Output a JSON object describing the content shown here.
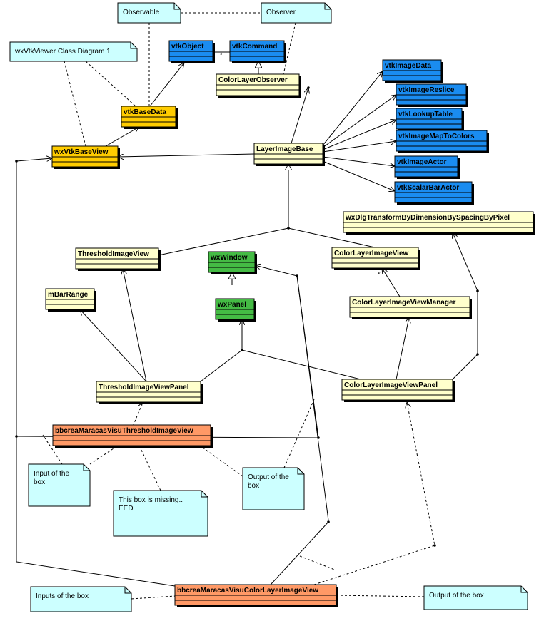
{
  "diagram": {
    "colors": {
      "vtk": "#1a8cf0",
      "base": "#ffcc00",
      "plain": "#ffffcc",
      "wx": "#44bb44",
      "bbox": "#ff9966",
      "note": "#ccffff"
    },
    "notes": [
      {
        "id": "observable",
        "lines": [
          "Observable"
        ]
      },
      {
        "id": "observer",
        "lines": [
          "Observer"
        ]
      },
      {
        "id": "diagram-title",
        "lines": [
          "wxVtkViewer Class Diagram 1"
        ]
      },
      {
        "id": "input-of-box",
        "lines": [
          "Input of the",
          "box"
        ]
      },
      {
        "id": "box-missing",
        "lines": [
          "This box is missing..",
          "EED"
        ]
      },
      {
        "id": "output-of-box",
        "lines": [
          "Output of the",
          "box"
        ]
      },
      {
        "id": "inputs-of-box",
        "lines": [
          "Inputs of the box"
        ]
      },
      {
        "id": "output-of-box-2",
        "lines": [
          "Output of the box"
        ]
      }
    ],
    "classes": [
      {
        "id": "vtkObject",
        "label": "vtkObject",
        "kind": "vtk"
      },
      {
        "id": "vtkCommand",
        "label": "vtkCommand",
        "kind": "vtk"
      },
      {
        "id": "ColorLayerObserver",
        "label": "ColorLayerObserver",
        "kind": "plain"
      },
      {
        "id": "vtkBaseData",
        "label": "vtkBaseData",
        "kind": "base"
      },
      {
        "id": "wxVtkBaseView",
        "label": "wxVtkBaseView",
        "kind": "base"
      },
      {
        "id": "LayerImageBase",
        "label": "LayerImageBase",
        "kind": "plain"
      },
      {
        "id": "vtkImageData",
        "label": "vtkImageData",
        "kind": "vtk"
      },
      {
        "id": "vtkImageReslice",
        "label": "vtkImageReslice",
        "kind": "vtk"
      },
      {
        "id": "vtkLookupTable",
        "label": "vtkLookupTable",
        "kind": "vtk"
      },
      {
        "id": "vtkImageMapToColors",
        "label": "vtkImageMapToColors",
        "kind": "vtk"
      },
      {
        "id": "vtkImageActor",
        "label": "vtkImageActor",
        "kind": "vtk"
      },
      {
        "id": "vtkScalarBarActor",
        "label": "vtkScalarBarActor",
        "kind": "vtk"
      },
      {
        "id": "wxDlgTransform",
        "label": "wxDlgTransformByDimensionBySpacingByPixel",
        "kind": "plain"
      },
      {
        "id": "ThresholdImageView",
        "label": "ThresholdImageView",
        "kind": "plain"
      },
      {
        "id": "wxWindow",
        "label": "wxWindow",
        "kind": "wx"
      },
      {
        "id": "ColorLayerImageView",
        "label": "ColorLayerImageView",
        "kind": "plain"
      },
      {
        "id": "mBarRange",
        "label": "mBarRange",
        "kind": "plain"
      },
      {
        "id": "wxPanel",
        "label": "wxPanel",
        "kind": "wx"
      },
      {
        "id": "ColorLayerImageViewManager",
        "label": "ColorLayerImageViewManager",
        "kind": "plain"
      },
      {
        "id": "ThresholdImageViewPanel",
        "label": "ThresholdImageViewPanel",
        "kind": "plain"
      },
      {
        "id": "ColorLayerImageViewPanel",
        "label": "ColorLayerImageViewPanel",
        "kind": "plain"
      },
      {
        "id": "bbThreshold",
        "label": "bbcreaMaracasVisuThresholdImageView",
        "kind": "bbox"
      },
      {
        "id": "bbColorLayer",
        "label": "bbcreaMaracasVisuColorLayerImageView",
        "kind": "bbox"
      }
    ],
    "multiplicities": [
      "*",
      "*"
    ]
  }
}
